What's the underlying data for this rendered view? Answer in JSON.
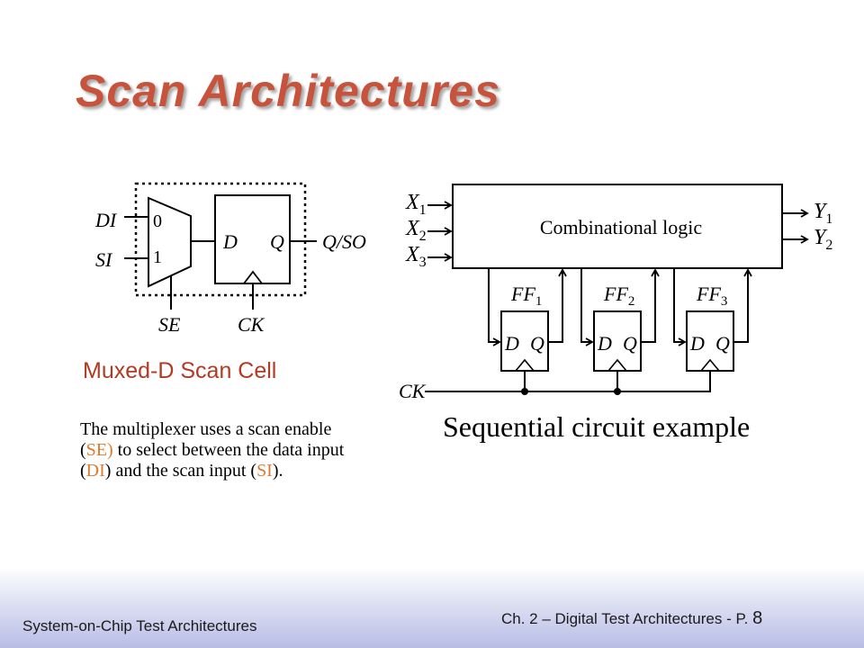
{
  "slide": {
    "title": "Scan Architectures",
    "left_caption": "Muxed-D Scan Cell",
    "right_caption": "Sequential circuit example",
    "description": {
      "part1": "The multiplexer uses a scan enable (",
      "se": "SE)",
      "part2": " to select between the data input (",
      "di": "DI",
      "part3": ") and the scan input (",
      "si": "SI",
      "part4": ")."
    }
  },
  "scan_cell": {
    "di": "DI",
    "si": "SI",
    "se": "SE",
    "ck": "CK",
    "mux_in0": "0",
    "mux_in1": "1",
    "ff_d": "D",
    "ff_q": "Q",
    "output": "Q/SO"
  },
  "sequential_circuit": {
    "block_label": "Combinational logic",
    "inputs": [
      {
        "base": "X",
        "sub": "1"
      },
      {
        "base": "X",
        "sub": "2"
      },
      {
        "base": "X",
        "sub": "3"
      }
    ],
    "outputs": [
      {
        "base": "Y",
        "sub": "1"
      },
      {
        "base": "Y",
        "sub": "2"
      }
    ],
    "flip_flops": [
      {
        "base": "FF",
        "sub": "1",
        "d": "D",
        "q": "Q"
      },
      {
        "base": "FF",
        "sub": "2",
        "d": "D",
        "q": "Q"
      },
      {
        "base": "FF",
        "sub": "3",
        "d": "D",
        "q": "Q"
      }
    ],
    "clock": "CK"
  },
  "footer": {
    "left": "System-on-Chip Test Architectures",
    "right_prefix": "Ch. 2 – Digital Test Architectures - P.",
    "page": "8"
  },
  "colors": {
    "title": "#c8533c",
    "caption": "#b23a22",
    "highlight": "#e07a2e"
  }
}
